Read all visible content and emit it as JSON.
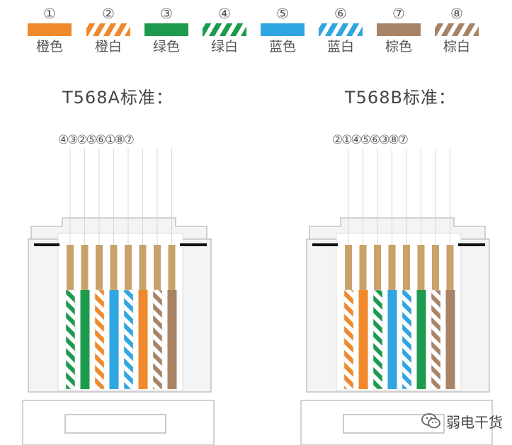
{
  "legend": {
    "items": [
      {
        "num": "①",
        "label": "橙色",
        "color": "#f0892b",
        "striped": false
      },
      {
        "num": "②",
        "label": "橙白",
        "color": "#f0892b",
        "striped": true
      },
      {
        "num": "③",
        "label": "绿色",
        "color": "#1e9a4e",
        "striped": false
      },
      {
        "num": "④",
        "label": "绿白",
        "color": "#1e9a4e",
        "striped": true
      },
      {
        "num": "⑤",
        "label": "蓝色",
        "color": "#2fa5e2",
        "striped": false
      },
      {
        "num": "⑥",
        "label": "蓝白",
        "color": "#2fa5e2",
        "striped": true
      },
      {
        "num": "⑦",
        "label": "棕色",
        "color": "#a88365",
        "striped": false
      },
      {
        "num": "⑧",
        "label": "棕白",
        "color": "#a88365",
        "striped": true
      }
    ]
  },
  "standards": [
    {
      "title": "T568A标准：",
      "order_label": "④③②⑤⑥①⑧⑦",
      "order": [
        4,
        3,
        2,
        5,
        6,
        1,
        8,
        7
      ]
    },
    {
      "title": "T568B标准：",
      "order_label": "②①④⑤⑥③⑧⑦",
      "order": [
        2,
        1,
        4,
        5,
        6,
        3,
        8,
        7
      ]
    }
  ],
  "colors": {
    "pin_gold": "#c9a26a",
    "connector_outline": "#bbbbbb",
    "connector_fill": "#f4f4f4",
    "contact_bar": "#111111"
  },
  "watermark": {
    "text": "弱电干货",
    "icon": "wechat-icon"
  }
}
